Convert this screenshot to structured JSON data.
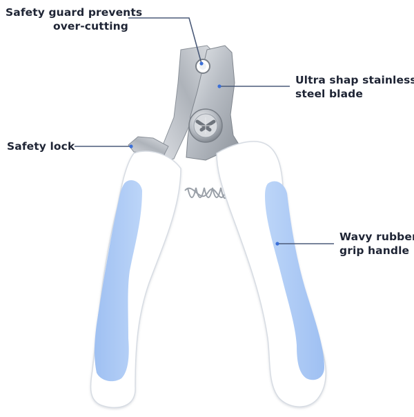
{
  "product": {
    "name_icon": "nail-clipper-illustration",
    "colors": {
      "grip": "#a9c8f5",
      "handle": "#ffffff",
      "steel": "#bfc3c8",
      "callout": "#4a5a78",
      "text": "#1e2434"
    }
  },
  "callouts": {
    "safety_guard": {
      "line1": "Safety guard prevents",
      "line2": "over-cutting"
    },
    "blade": {
      "line1": "Ultra shap stainless",
      "line2": "steel blade"
    },
    "safety_lock": {
      "line1": "Safety lock"
    },
    "grip": {
      "line1": "Wavy rubber",
      "line2": "grip handle"
    }
  }
}
